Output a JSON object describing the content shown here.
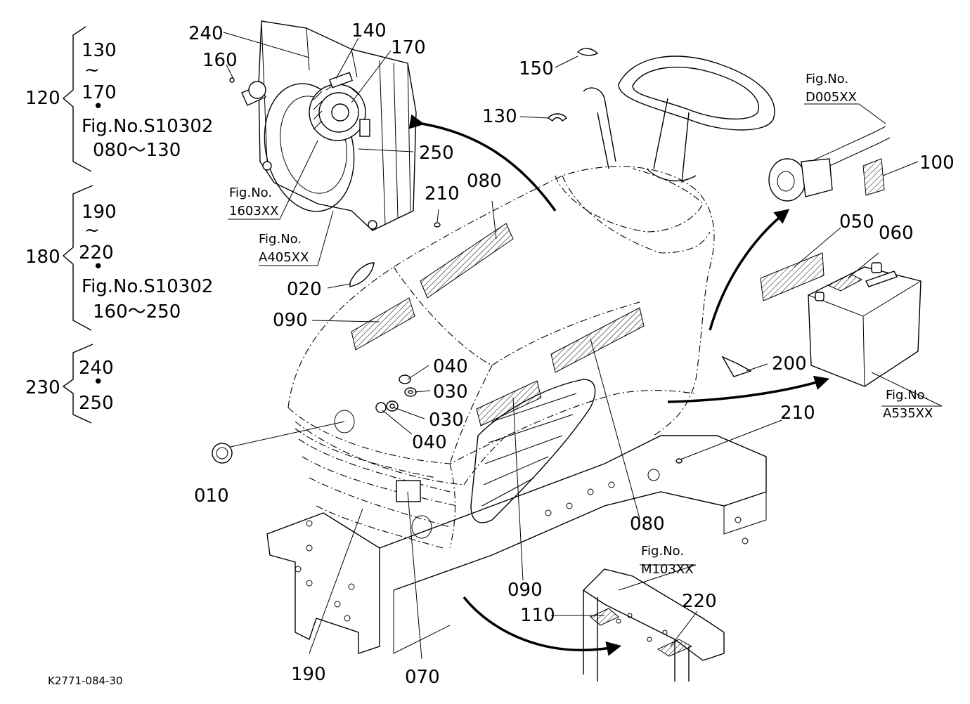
{
  "diagram_code": "K2771-084-30",
  "groups": [
    {
      "id": "120",
      "lines": [
        "130",
        "~",
        "170",
        "•",
        "Fig.No.S10302",
        "080～130"
      ]
    },
    {
      "id": "180",
      "lines": [
        "190",
        "~",
        "220",
        "•",
        "Fig.No.S10302",
        "160～250"
      ]
    },
    {
      "id": "230",
      "lines": [
        "240",
        "•",
        "250"
      ]
    }
  ],
  "callouts": {
    "p240": "240",
    "p140": "140",
    "p170": "170",
    "p160": "160",
    "p250": "250",
    "p150": "150",
    "p130": "130",
    "p100": "100",
    "p210a": "210",
    "p080a": "080",
    "p050": "050",
    "p060": "060",
    "p020": "020",
    "p090a": "090",
    "p040a": "040",
    "p030a": "030",
    "p030b": "030",
    "p040b": "040",
    "p200": "200",
    "p210b": "210",
    "p010": "010",
    "p080b": "080",
    "p090b": "090",
    "p110": "110",
    "p220": "220",
    "p190": "190",
    "p070": "070"
  },
  "fig_refs": {
    "f1603": {
      "label": "Fig.No.",
      "number": "1603XX"
    },
    "fA405": {
      "label": "Fig.No.",
      "number": "A405XX"
    },
    "fD005": {
      "label": "Fig.No.",
      "number": "D005XX"
    },
    "fA535": {
      "label": "Fig.No.",
      "number": "A535XX"
    },
    "fM103": {
      "label": "Fig.No.",
      "number": "M103XX"
    }
  }
}
